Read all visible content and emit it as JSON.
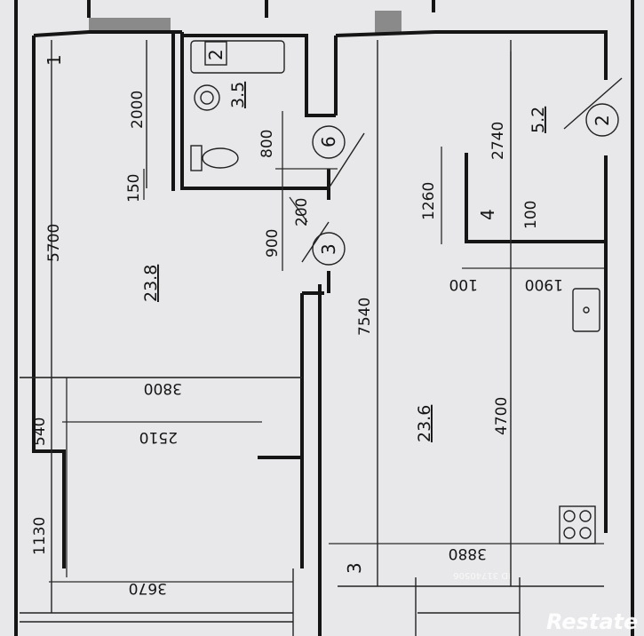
{
  "plan": {
    "dimensions": {
      "d5700": "5700",
      "d2000": "2000",
      "d150": "150",
      "d900": "900",
      "d200": "200",
      "d800": "800",
      "d7540": "7540",
      "d1260": "1260",
      "d100a": "100",
      "d100b": "100",
      "d2740": "2740",
      "d1900": "1900",
      "d4700": "4700",
      "d3800": "3800",
      "d2510": "2510",
      "d540": "540",
      "d1130": "1130",
      "d3670": "3670",
      "d3880": "3880"
    },
    "areas": {
      "room_left": "23.8",
      "room_right": "23.6",
      "bath": "3.5",
      "closet": "5.2"
    },
    "room_numbers": {
      "n1": "1",
      "n2": "2",
      "n3_door": "3",
      "n6": "6",
      "n2_circle": "2",
      "n4": "4",
      "n3_bottom": "3"
    }
  },
  "watermark": {
    "brand": "Restate",
    "listing_id": "ID 31740506"
  }
}
